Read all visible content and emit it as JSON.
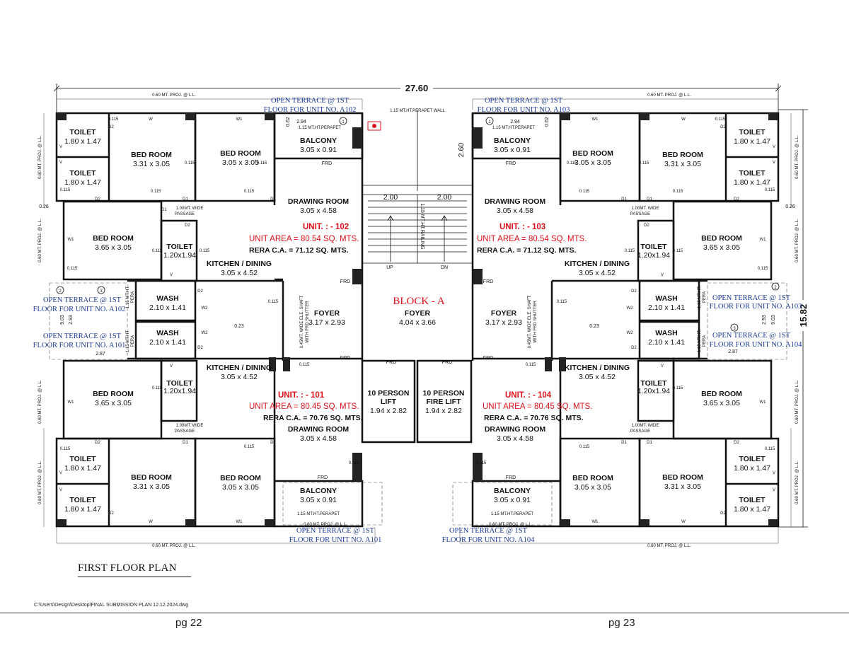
{
  "drawing_title": "FIRST FLOOR PLAN",
  "file_path": "C:\\Users\\Design\\Desktop\\FINAL SUBMISSION PLAN 12.12.2024.dwg",
  "page_labels": {
    "left": "pg 22",
    "right": "pg 23"
  },
  "dims": {
    "overall_width": "27.60",
    "overall_depth": "15.82",
    "stair_h": "2.60",
    "stair_w1": "2.00",
    "stair_w2": "2.00",
    "balc_w": "2.94",
    "small": "0.62",
    "side_026": "0.26",
    "d903": "9.03",
    "d293": "2.93",
    "d287": "2.87",
    "d023": "0.23"
  },
  "labels": {
    "proj": "0.60 MT. PROJ. @ L.L.",
    "proj_v": "0.60 MT. PROJ. @ L.L.",
    "parapet_wall": "1.15 MT.HT.PERAPET WALL",
    "parapet": "1.15 MT.HT.PERAPET",
    "railing": "1.15 MT.HT.RAILING",
    "up": "UP",
    "dn": "DN",
    "block": "BLOCK - A",
    "frd": "FRD",
    "passage_1": "1.00MT. WIDE",
    "passage_2": "PASSAGE",
    "shaft_1": "0.45MT. WIDE ELE. SHAFT",
    "shaft_2": "WITH FRD SHUTTER",
    "ht_pera_1": "1.15 MT.HT.",
    "ht_pera_2": "PERA",
    "n115": "0.115",
    "w": "W",
    "w1": "W1",
    "w2": "W2",
    "d1": "D1",
    "d2": "D2",
    "v": "V",
    "c1": "1",
    "c2": "2",
    "c3": "3"
  },
  "terraces": {
    "a102_l1": "OPEN TERRACE @ 1ST",
    "a102_l2": "FLOOR FOR UNIT NO. A102",
    "a103_l1": "OPEN TERRACE @ 1ST",
    "a103_l2": "FLOOR FOR UNIT NO. A103",
    "a101_l1": "OPEN TERRACE @ 1ST",
    "a101_l2": "FLOOR FOR UNIT NO. A101",
    "a104_l1": "OPEN TERRACE @ 1ST",
    "a104_l2": "FLOOR FOR UNIT NO. A104",
    "side_a102_l1": "OPEN TERRACE @ 1ST",
    "side_a102_l2": "FLOOR FOR UNIT NO. A102",
    "side_a101_l1": "OPEN TERRACE @ 1ST",
    "side_a101_l2": "FLOOR FOR UNIT NO. A101",
    "side_a103_l1": "OPEN TERRACE @ 1ST",
    "side_a103_l2": "FLOOR FOR UNIT NO. A103",
    "side_a104_l1": "OPEN TERRACE @ 1ST",
    "side_a104_l2": "FLOOR FOR UNIT NO. A104"
  },
  "rooms": {
    "toilet": "TOILET",
    "bed_room": "BED ROOM",
    "balcony": "BALCONY",
    "drawing_room": "DRAWING ROOM",
    "kitchen": "KITCHEN / DINING",
    "wash": "WASH",
    "foyer": "FOYER",
    "lift_1": "10 PERSON",
    "lift_2": "LIFT",
    "fire_lift_1": "10 PERSON",
    "fire_lift_2": "FIRE LIFT",
    "d_toilet": "1.80 x 1.47",
    "d_bed_331": "3.31 x 3.05",
    "d_bed_305": "3.05 x 3.05",
    "d_bed_365": "3.65 x 3.05",
    "d_balcony": "3.05 x 0.91",
    "d_drawing": "3.05 x 4.58",
    "d_kitchen": "3.05 x 4.52",
    "d_toilet_small": "1.20x1.94",
    "d_wash": "2.10 x 1.41",
    "d_foyer_unit": "3.17 x 2.93",
    "d_foyer_main": "4.04 x 3.66",
    "d_lift": "1.94 x 2.82",
    "d_fire_lift": "1.94 x 2.82"
  },
  "units": {
    "u102": {
      "unit": "UNIT. : - 102",
      "area": "UNIT AREA = 80.54 SQ. MTS.",
      "rera": "RERA C.A. = 71.12 SQ. MTS."
    },
    "u103": {
      "unit": "UNIT. : - 103",
      "area": "UNIT AREA = 80.54 SQ. MTS.",
      "rera": "RERA C.A. = 71.12 SQ. MTS."
    },
    "u101": {
      "unit": "UNIT. : - 101",
      "area": "UNIT AREA = 80.45 SQ. MTS.",
      "rera": "RERA C.A. = 70.76 SQ. MTS."
    },
    "u104": {
      "unit": "UNIT. : - 104",
      "area": "UNIT AREA = 80.45 SQ. MTS.",
      "rera": "RERA C.A. = 70.76 SQ. MTS."
    }
  },
  "colors": {
    "unit_text": "#e0101a",
    "terrace_text": "#1b3a9a",
    "wall": "#111111"
  }
}
